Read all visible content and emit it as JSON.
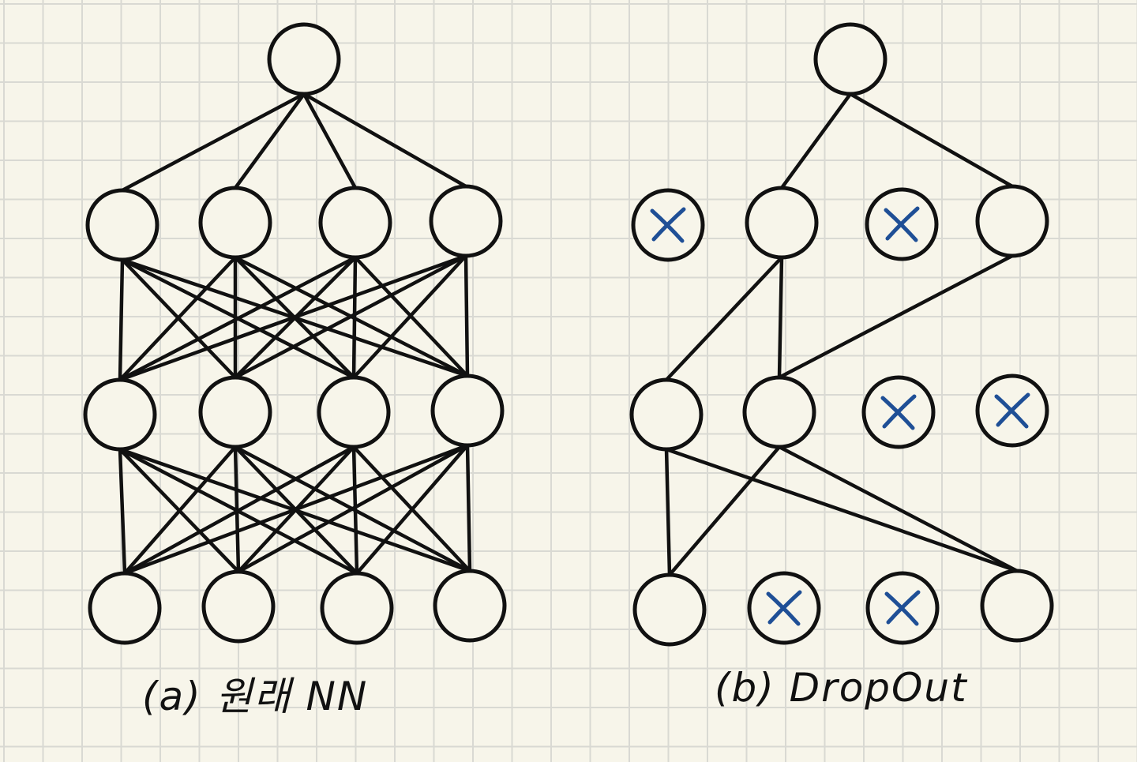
{
  "colors": {
    "ink": "#111111",
    "drop_mark": "#1f4f96",
    "paper": "#f7f5ea",
    "grid": "#d9d9d3"
  },
  "diagrams": [
    {
      "caption": "(a) 원래 NN",
      "layers": [
        {
          "nodes": [
            {
              "dropped": false
            }
          ]
        },
        {
          "nodes": [
            {
              "dropped": false
            },
            {
              "dropped": false
            },
            {
              "dropped": false
            },
            {
              "dropped": false
            }
          ]
        },
        {
          "nodes": [
            {
              "dropped": false
            },
            {
              "dropped": false
            },
            {
              "dropped": false
            },
            {
              "dropped": false
            }
          ]
        },
        {
          "nodes": [
            {
              "dropped": false
            },
            {
              "dropped": false
            },
            {
              "dropped": false
            },
            {
              "dropped": false
            }
          ]
        }
      ],
      "connections": [
        {
          "from": [
            0,
            0
          ],
          "to": [
            1,
            0
          ]
        },
        {
          "from": [
            0,
            0
          ],
          "to": [
            1,
            1
          ]
        },
        {
          "from": [
            0,
            0
          ],
          "to": [
            1,
            2
          ]
        },
        {
          "from": [
            0,
            0
          ],
          "to": [
            1,
            3
          ]
        },
        {
          "from": [
            1,
            0
          ],
          "to": [
            2,
            0
          ]
        },
        {
          "from": [
            1,
            0
          ],
          "to": [
            2,
            1
          ]
        },
        {
          "from": [
            1,
            0
          ],
          "to": [
            2,
            2
          ]
        },
        {
          "from": [
            1,
            0
          ],
          "to": [
            2,
            3
          ]
        },
        {
          "from": [
            1,
            1
          ],
          "to": [
            2,
            0
          ]
        },
        {
          "from": [
            1,
            1
          ],
          "to": [
            2,
            1
          ]
        },
        {
          "from": [
            1,
            1
          ],
          "to": [
            2,
            2
          ]
        },
        {
          "from": [
            1,
            1
          ],
          "to": [
            2,
            3
          ]
        },
        {
          "from": [
            1,
            2
          ],
          "to": [
            2,
            0
          ]
        },
        {
          "from": [
            1,
            2
          ],
          "to": [
            2,
            1
          ]
        },
        {
          "from": [
            1,
            2
          ],
          "to": [
            2,
            2
          ]
        },
        {
          "from": [
            1,
            2
          ],
          "to": [
            2,
            3
          ]
        },
        {
          "from": [
            1,
            3
          ],
          "to": [
            2,
            0
          ]
        },
        {
          "from": [
            1,
            3
          ],
          "to": [
            2,
            1
          ]
        },
        {
          "from": [
            1,
            3
          ],
          "to": [
            2,
            2
          ]
        },
        {
          "from": [
            1,
            3
          ],
          "to": [
            2,
            3
          ]
        },
        {
          "from": [
            2,
            0
          ],
          "to": [
            3,
            0
          ]
        },
        {
          "from": [
            2,
            0
          ],
          "to": [
            3,
            1
          ]
        },
        {
          "from": [
            2,
            0
          ],
          "to": [
            3,
            2
          ]
        },
        {
          "from": [
            2,
            0
          ],
          "to": [
            3,
            3
          ]
        },
        {
          "from": [
            2,
            1
          ],
          "to": [
            3,
            0
          ]
        },
        {
          "from": [
            2,
            1
          ],
          "to": [
            3,
            1
          ]
        },
        {
          "from": [
            2,
            1
          ],
          "to": [
            3,
            2
          ]
        },
        {
          "from": [
            2,
            1
          ],
          "to": [
            3,
            3
          ]
        },
        {
          "from": [
            2,
            2
          ],
          "to": [
            3,
            0
          ]
        },
        {
          "from": [
            2,
            2
          ],
          "to": [
            3,
            1
          ]
        },
        {
          "from": [
            2,
            2
          ],
          "to": [
            3,
            2
          ]
        },
        {
          "from": [
            2,
            2
          ],
          "to": [
            3,
            3
          ]
        },
        {
          "from": [
            2,
            3
          ],
          "to": [
            3,
            0
          ]
        },
        {
          "from": [
            2,
            3
          ],
          "to": [
            3,
            1
          ]
        },
        {
          "from": [
            2,
            3
          ],
          "to": [
            3,
            2
          ]
        },
        {
          "from": [
            2,
            3
          ],
          "to": [
            3,
            3
          ]
        }
      ]
    },
    {
      "caption": "(b) DropOut",
      "layers": [
        {
          "nodes": [
            {
              "dropped": false
            }
          ]
        },
        {
          "nodes": [
            {
              "dropped": true
            },
            {
              "dropped": false
            },
            {
              "dropped": true
            },
            {
              "dropped": false
            }
          ]
        },
        {
          "nodes": [
            {
              "dropped": false
            },
            {
              "dropped": false
            },
            {
              "dropped": true
            },
            {
              "dropped": true
            }
          ]
        },
        {
          "nodes": [
            {
              "dropped": false
            },
            {
              "dropped": true
            },
            {
              "dropped": true
            },
            {
              "dropped": false
            }
          ]
        }
      ],
      "connections": [
        {
          "from": [
            0,
            0
          ],
          "to": [
            1,
            1
          ]
        },
        {
          "from": [
            0,
            0
          ],
          "to": [
            1,
            3
          ]
        },
        {
          "from": [
            1,
            1
          ],
          "to": [
            2,
            0
          ]
        },
        {
          "from": [
            1,
            1
          ],
          "to": [
            2,
            1
          ]
        },
        {
          "from": [
            1,
            3
          ],
          "to": [
            2,
            1
          ]
        },
        {
          "from": [
            2,
            0
          ],
          "to": [
            3,
            0
          ]
        },
        {
          "from": [
            2,
            0
          ],
          "to": [
            3,
            3
          ]
        },
        {
          "from": [
            2,
            1
          ],
          "to": [
            3,
            0
          ]
        },
        {
          "from": [
            2,
            1
          ],
          "to": [
            3,
            3
          ]
        }
      ]
    }
  ]
}
